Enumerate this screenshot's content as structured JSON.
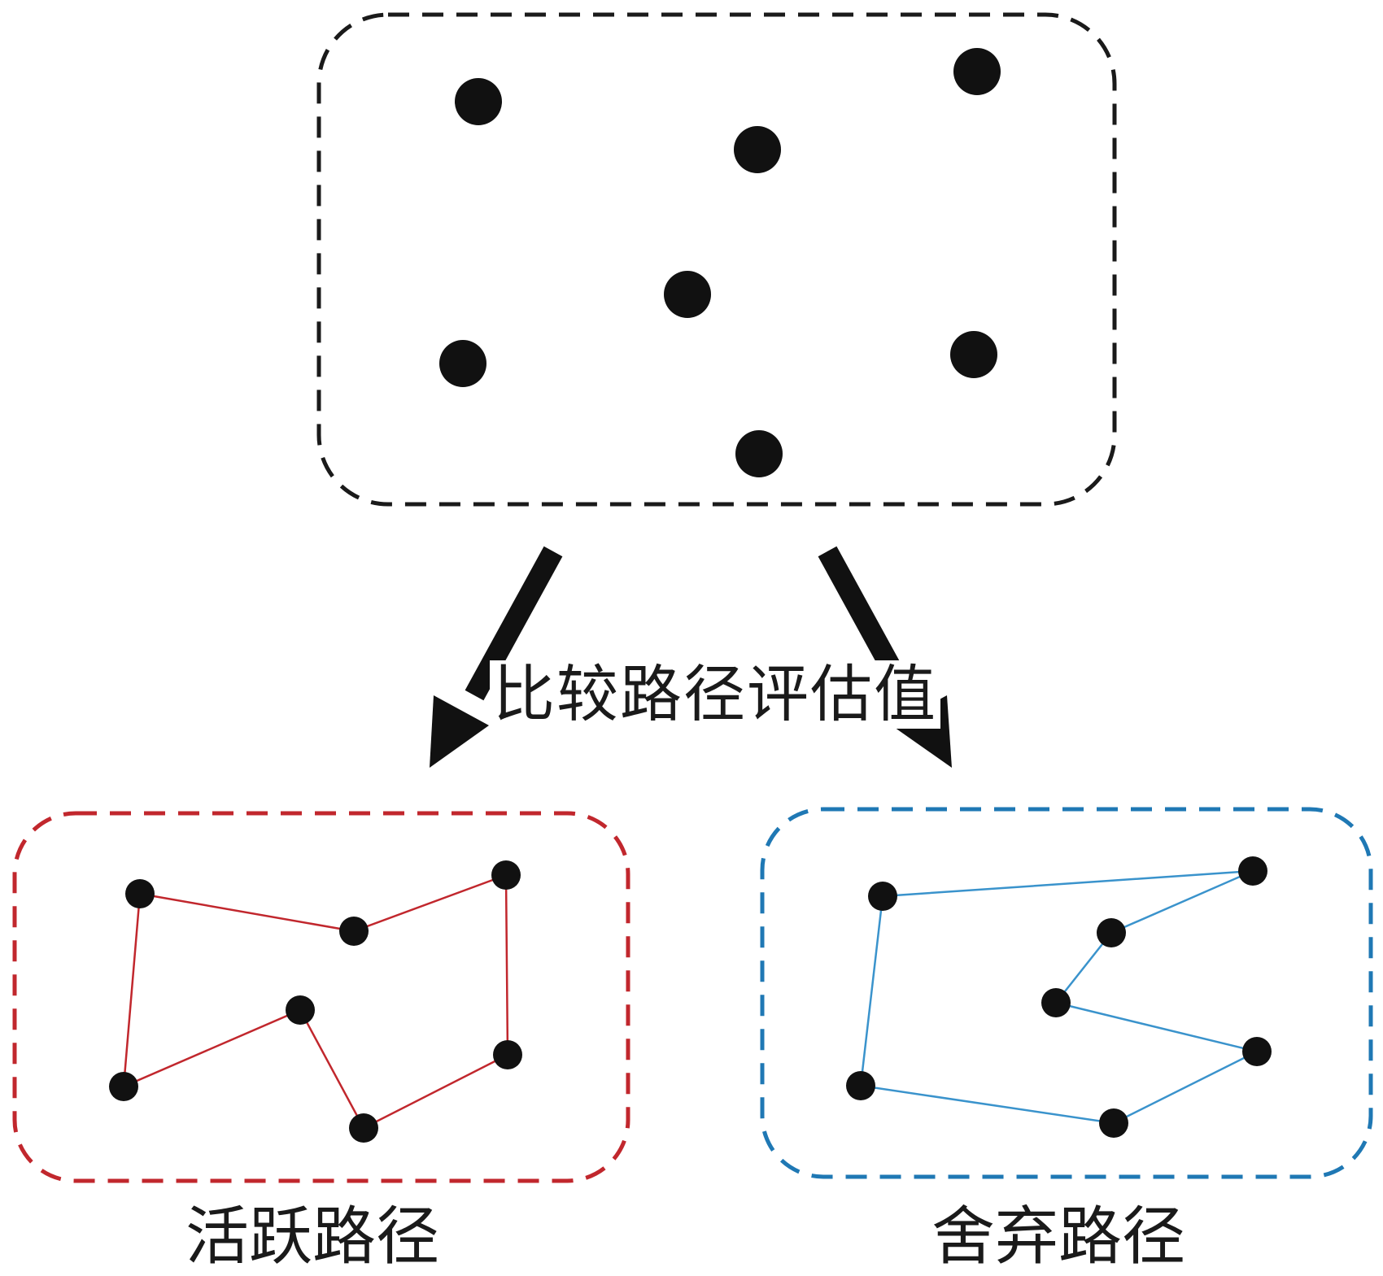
{
  "labels": {
    "compare": "比较路径评估值",
    "active": "活跃路径",
    "discard": "舍弃路径"
  },
  "colors": {
    "points": "#111111",
    "source_border": "#1a1a1a",
    "active": "#c1272d",
    "discard": "#1f78b4",
    "arrow": "#111111"
  }
}
